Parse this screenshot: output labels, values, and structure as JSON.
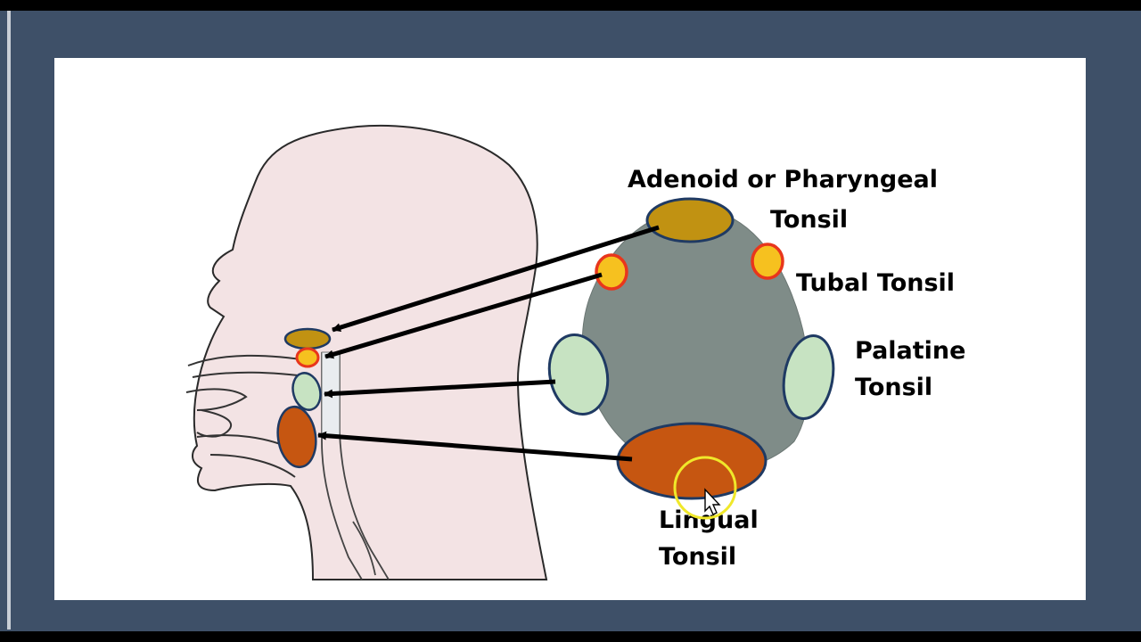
{
  "labels": {
    "adenoid_line1": "Adenoid or Pharyngeal",
    "adenoid_line2": "Tonsil",
    "tubal": "Tubal Tonsil",
    "palatine_line1": "Palatine",
    "palatine_line2": "Tonsil",
    "lingual_line1": "Lingual",
    "lingual_line2": "Tonsil"
  },
  "colors": {
    "frame": "#3e5068",
    "slide": "#ffffff",
    "head_fill": "#f3e3e4",
    "throat_fill": "#7f8c88",
    "adenoid": "#c19212",
    "tubal_fill": "#f6c11f",
    "tubal_ring": "#e8361c",
    "palatine": "#c7e3c2",
    "lingual": "#c65611",
    "outline": "#1f3a63",
    "cursor_ring": "#f0e82a"
  }
}
